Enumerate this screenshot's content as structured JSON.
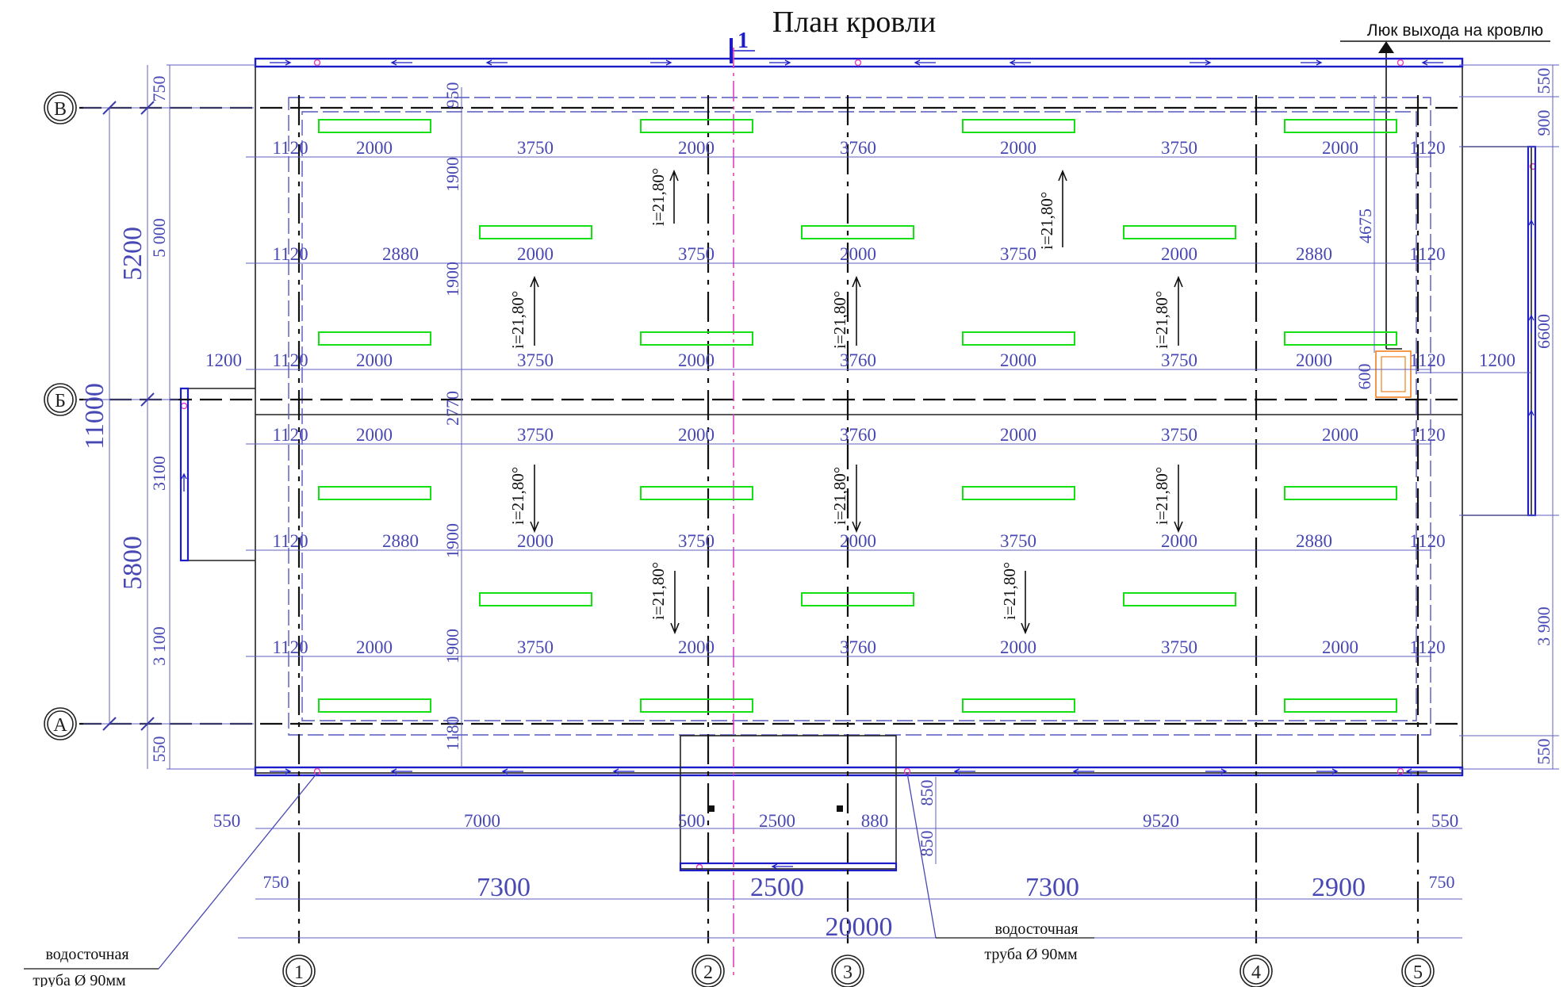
{
  "title": "План кровли",
  "section_mark": "1",
  "hatch_label": "Люк выхода на кровлю",
  "downpipe_left": [
    "водосточная",
    "труба Ø 90мм"
  ],
  "downpipe_right": [
    "водосточная",
    "труба Ø 90мм"
  ],
  "axes_vertical": [
    "1",
    "2",
    "3",
    "4",
    "5"
  ],
  "axes_horizontal": [
    "В",
    "Б",
    "А"
  ],
  "slope_label": "i=21,80°",
  "dims": {
    "left_outer": [
      "5200",
      "11000",
      "5800"
    ],
    "left_inner": [
      "750",
      "5 000",
      "3100",
      "3 100",
      "550"
    ],
    "inner_left_vert": [
      "950",
      "1900",
      "1900",
      "2770",
      "1900",
      "1900",
      "1180"
    ],
    "left_porch": "1200",
    "right_outer": [
      "550",
      "900",
      "4675",
      "6600",
      "1200",
      "3 900",
      "550"
    ],
    "hatch": "600",
    "row_a": [
      "1120",
      "2000",
      "3750",
      "2000",
      "3760",
      "2000",
      "3750",
      "2000",
      "1120"
    ],
    "row_b": [
      "1120",
      "2880",
      "2000",
      "3750",
      "2000",
      "3750",
      "2000",
      "2880",
      "1120"
    ],
    "porch_v": [
      "850",
      "850"
    ],
    "bottom_1": [
      "550",
      "7000",
      "500",
      "2500",
      "880",
      "9520",
      "550"
    ],
    "bottom_2": [
      "750",
      "7300",
      "2500",
      "7300",
      "2900",
      "750"
    ],
    "bottom_total": "20000"
  },
  "colors": {
    "dimension": "#4848b4",
    "gutter": "#1c1cc8",
    "panel": "#14e014",
    "funnel": "#e040c0",
    "hatch": "#f08020"
  }
}
